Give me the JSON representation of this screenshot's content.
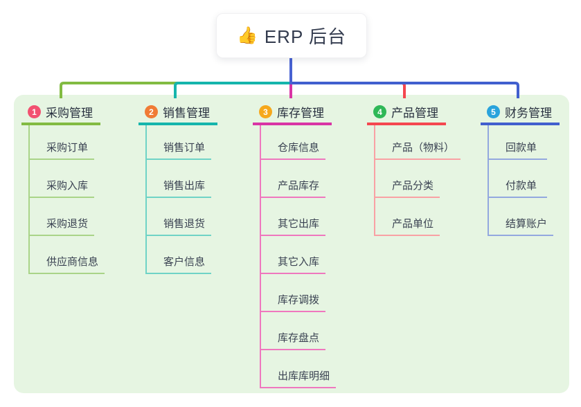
{
  "root": {
    "icon": "👍",
    "label": "ERP 后台"
  },
  "colors": {
    "page_bg": "#ffffff",
    "board_bg": "#e6f5e2",
    "trunk": "#4862d2",
    "root_text": "#333b4e"
  },
  "branches": [
    {
      "num": "1",
      "label": "采购管理",
      "badge_color": "#f25170",
      "line_color": "#82bb42",
      "child_line_color": "#a9d488",
      "children": [
        "采购订单",
        "采购入库",
        "采购退货",
        "供应商信息"
      ]
    },
    {
      "num": "2",
      "label": "销售管理",
      "badge_color": "#f07b35",
      "line_color": "#16b5ac",
      "child_line_color": "#6fd3c6",
      "children": [
        "销售订单",
        "销售出库",
        "销售退货",
        "客户信息"
      ]
    },
    {
      "num": "3",
      "label": "库存管理",
      "badge_color": "#f6a81c",
      "line_color": "#d935a5",
      "child_line_color": "#ef77be",
      "children": [
        "仓库信息",
        "产品库存",
        "其它出库",
        "其它入库",
        "库存调拨",
        "库存盘点",
        "出库库明细"
      ]
    },
    {
      "num": "4",
      "label": "产品管理",
      "badge_color": "#2fb857",
      "line_color": "#f4474f",
      "child_line_color": "#f9a1a4",
      "children": [
        "产品（物料）",
        "产品分类",
        "产品单位"
      ]
    },
    {
      "num": "5",
      "label": "财务管理",
      "badge_color": "#29a3dc",
      "line_color": "#415fce",
      "child_line_color": "#93a8df",
      "children": [
        "回款单",
        "付款单",
        "结算账户"
      ]
    }
  ]
}
